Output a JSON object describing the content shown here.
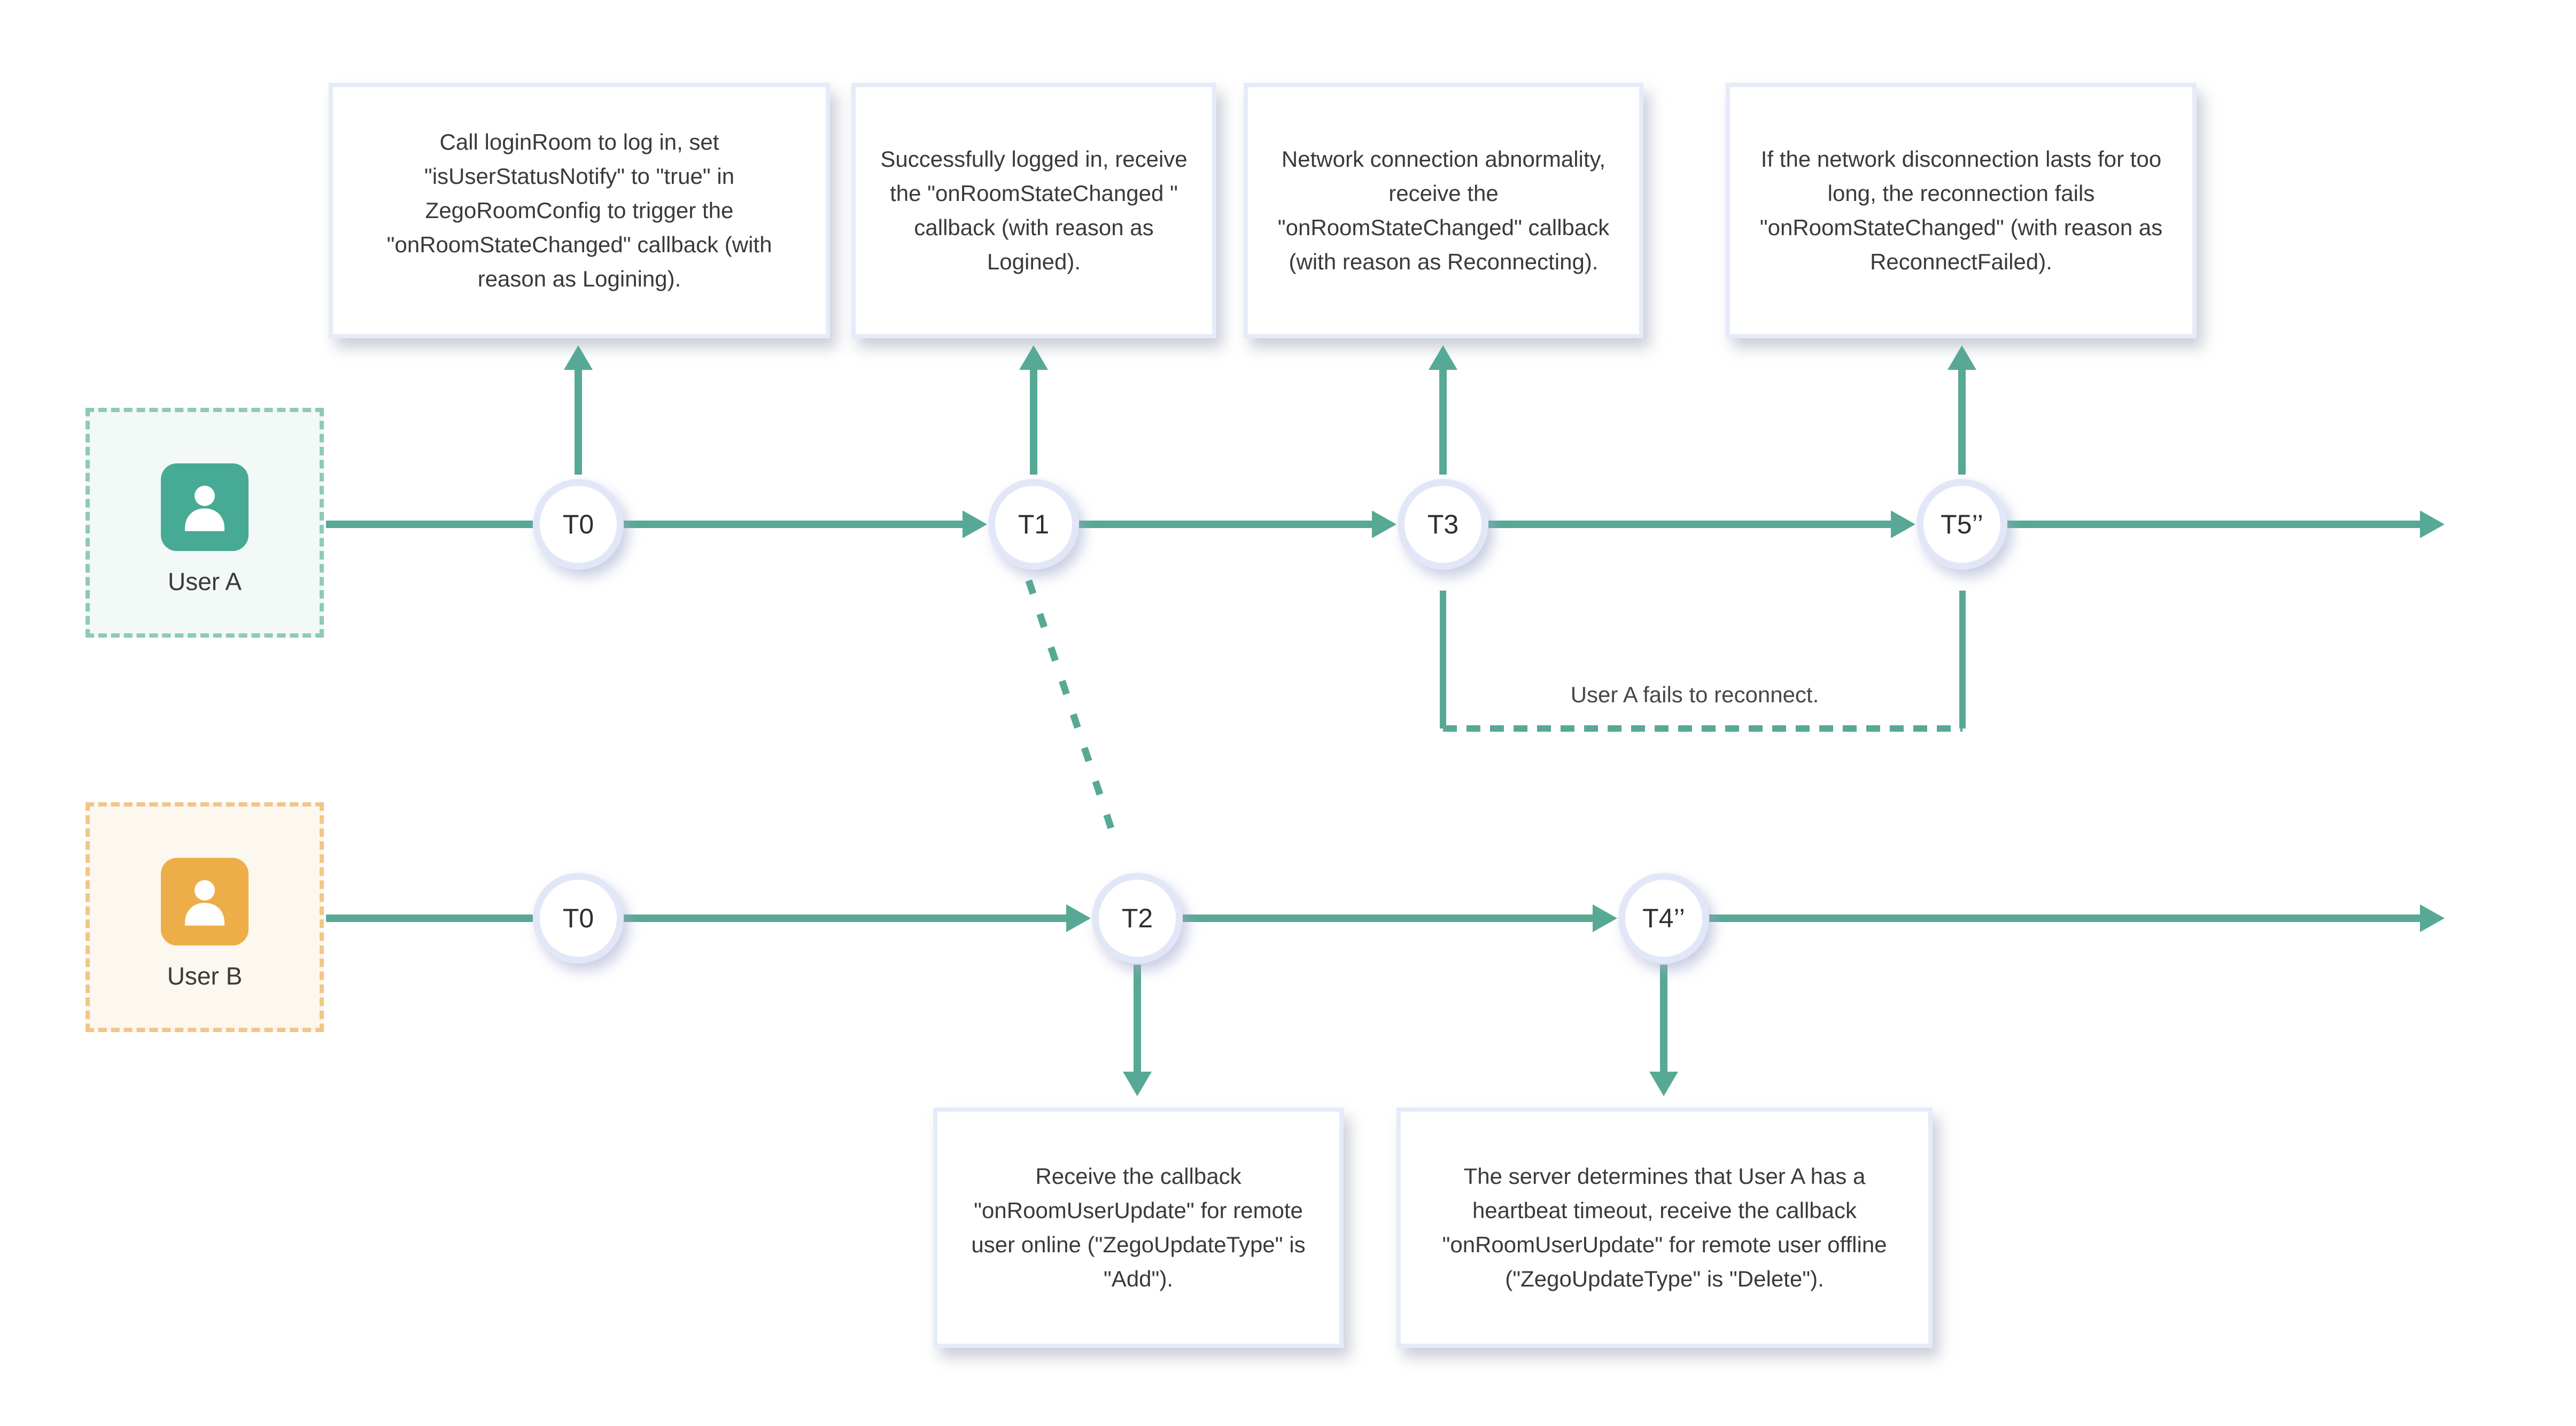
{
  "colors": {
    "teal": "#57A995",
    "node_ring": "#E2E7F8",
    "node_text": "#2E2E2E",
    "text": "#3A3A3A",
    "callout_border": "#E6EBFA",
    "callout_bg": "#FFFFFF",
    "user_a_avatar": "#47AA94",
    "user_a_border": "#8FC9B9",
    "user_a_bg": "#F2F9F6",
    "user_b_avatar": "#EDAE49",
    "user_b_border": "#F1C687",
    "user_b_bg": "#FCF8F0"
  },
  "users": {
    "a": {
      "label": "User A"
    },
    "b": {
      "label": "User B"
    }
  },
  "nodes": {
    "a_t0": "T0",
    "a_t1": "T1",
    "a_t3": "T3",
    "a_t5": "T5’’",
    "b_t0": "T0",
    "b_t2": "T2",
    "b_t4": "T4’’"
  },
  "callouts": {
    "logining": "Call loginRoom to log in, set \"isUserStatusNotify\" to \"true\" in ZegoRoomConfig to trigger the \"onRoomStateChanged\" callback (with reason as Logining).",
    "logined": "Successfully logged in, receive the \"onRoomStateChanged \" callback (with reason as Logined).",
    "reconnecting": "Network connection abnormality, receive the \"onRoomStateChanged\" callback (with reason as Reconnecting).",
    "reconnect_failed": "If the network disconnection lasts for too long, the reconnection fails \"onRoomStateChanged\" (with reason as ReconnectFailed).",
    "user_online": "Receive the callback \"onRoomUserUpdate\" for remote user online (\"ZegoUpdateType\" is \"Add\").",
    "user_offline": "The server determines that User A has a heartbeat timeout, receive the callback \"onRoomUserUpdate\" for remote user offline (\"ZegoUpdateType\" is \"Delete\")."
  },
  "annotations": {
    "reconnect_fail": "User A fails to reconnect."
  }
}
